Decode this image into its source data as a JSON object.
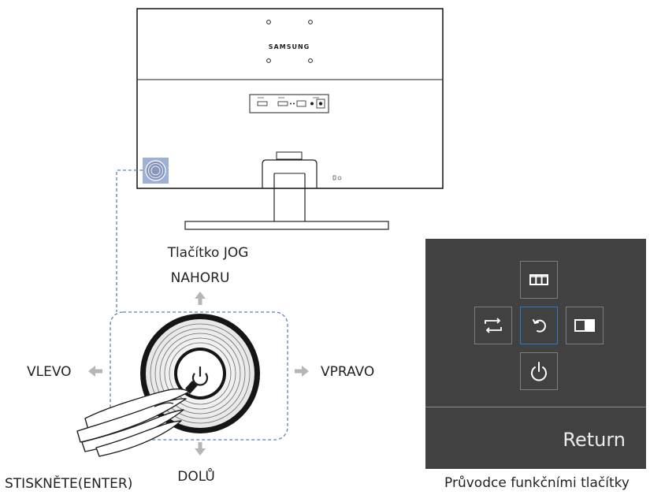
{
  "monitor": {
    "brand": "SAMSUNG"
  },
  "labels": {
    "jog_button": "Tlačítko JOG",
    "up": "NAHORU",
    "left": "VLEVO",
    "right": "VPRAVO",
    "down": "DOLŮ",
    "press": "STISKNĚTE(ENTER)"
  },
  "guide": {
    "buttons": [
      {
        "position": "top",
        "icon": "menu-icon",
        "selected": false
      },
      {
        "position": "left",
        "icon": "source-icon",
        "selected": false
      },
      {
        "position": "center",
        "icon": "return-icon",
        "selected": true
      },
      {
        "position": "right",
        "icon": "pip-icon",
        "selected": false
      },
      {
        "position": "bottom",
        "icon": "power-icon",
        "selected": false
      }
    ],
    "return_label": "Return",
    "caption": "Průvodce funkčními tlačítky"
  },
  "colors": {
    "panel_bg": "#414141",
    "selected_border": "#2e7dc4",
    "jog_highlight": "#9fb0d6",
    "arrow": "#b5b5b5",
    "dashed_line": "#5b7fbd"
  }
}
